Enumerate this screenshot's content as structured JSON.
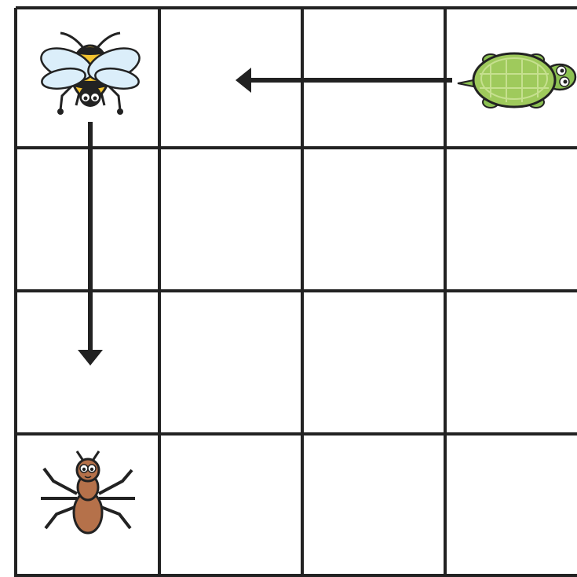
{
  "grid": {
    "rows": 4,
    "cols": 4,
    "line_color": "#222222",
    "background": "#ffffff"
  },
  "pieces": [
    {
      "name": "bee",
      "icon": "bee-icon",
      "row": 0,
      "col": 0
    },
    {
      "name": "turtle",
      "icon": "turtle-icon",
      "row": 0,
      "col": 3
    },
    {
      "name": "ant",
      "icon": "ant-icon",
      "row": 3,
      "col": 0
    }
  ],
  "moves": [
    {
      "from_piece": "turtle",
      "direction": "left",
      "label": ""
    },
    {
      "from_piece": "bee",
      "direction": "down",
      "label": ""
    }
  ],
  "colors": {
    "arrow": "#222222",
    "bee_yellow": "#f4c430",
    "bee_wing": "#dbeefa",
    "turtle_shell": "#9fca5c",
    "turtle_skin": "#8cc152",
    "ant_body": "#b5714a"
  }
}
